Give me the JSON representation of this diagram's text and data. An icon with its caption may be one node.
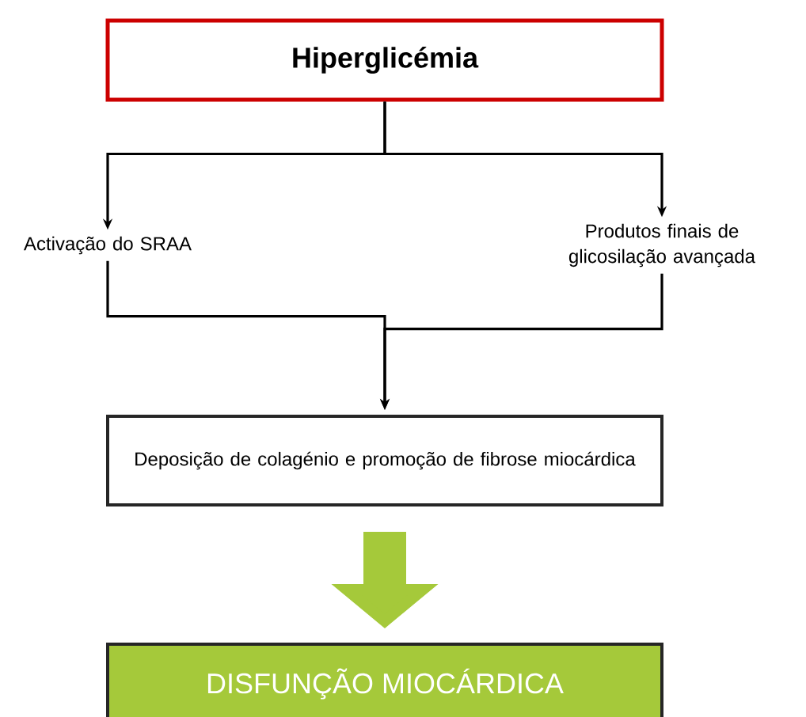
{
  "diagram": {
    "nodes": [
      {
        "text": [
          "Hiperglicémia"
        ]
      },
      {
        "text": [
          "Activação do SRAA"
        ]
      },
      {
        "text": [
          "Produtos finais de glicosilação avançada"
        ]
      },
      {
        "text": [
          "Deposição de colagénio e promoção de fibrose miocárdica"
        ]
      },
      {
        "text": [
          "DISFUNÇÃO MIOCÁRDICA"
        ]
      }
    ],
    "edges": [
      {
        "from": 0,
        "to": 1,
        "arrow": "to"
      },
      {
        "from": 0,
        "to": 2,
        "arrow": "to"
      },
      {
        "from": 1,
        "to": 3,
        "arrow": "to"
      },
      {
        "from": 2,
        "to": 3,
        "arrow": "to"
      },
      {
        "from": 3,
        "to": 4,
        "arrow": "to",
        "style": "thick",
        "color": "#a5c93a"
      }
    ]
  }
}
